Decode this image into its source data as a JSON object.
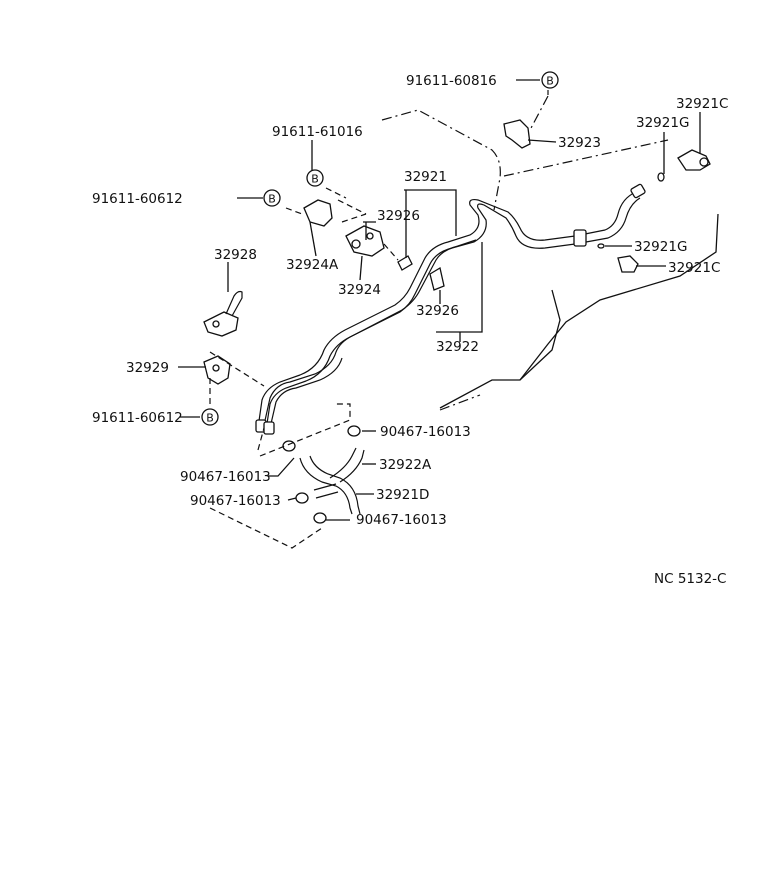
{
  "diagram": {
    "code": "NC  5132-C",
    "circle_marker": "B",
    "labels": {
      "p91611_60816": "91611-60816",
      "p91611_61016": "91611-61016",
      "p91611_60612_top": "91611-60612",
      "p91611_60612_bottom": "91611-60612",
      "p32921": "32921",
      "p32921C_top": "32921C",
      "p32921G_top": "32921G",
      "p32923": "32923",
      "p32926_top": "32926",
      "p32926_mid": "32926",
      "p32924A": "32924A",
      "p32924": "32924",
      "p32928": "32928",
      "p32921G_mid": "32921G",
      "p32921C_mid": "32921C",
      "p32922": "32922",
      "p32929": "32929",
      "p90467_a": "90467-16013",
      "p90467_b": "90467-16013",
      "p90467_c": "90467-16013",
      "p90467_d": "90467-16013",
      "p32922A": "32922A",
      "p32921D": "32921D"
    }
  }
}
